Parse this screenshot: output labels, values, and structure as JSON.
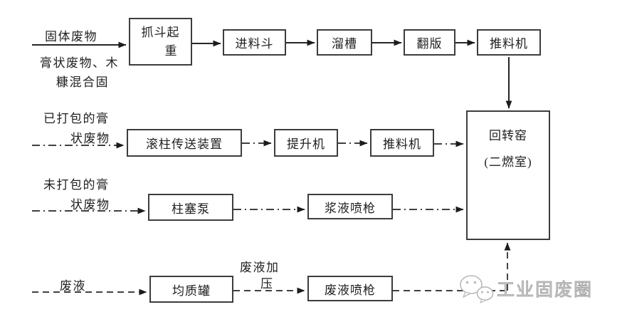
{
  "nodes": {
    "grab_crane": {
      "line1": "抓斗起",
      "line2": "重"
    },
    "feed_hopper": {
      "label": "进料斗"
    },
    "chute": {
      "label": "溜槽"
    },
    "flap": {
      "label": "翻版"
    },
    "pusher_top": {
      "label": "推料机"
    },
    "roller_conveyor": {
      "label": "滚柱传送装置"
    },
    "elevator": {
      "label": "提升机"
    },
    "pusher_mid": {
      "label": "推料机"
    },
    "rotary_kiln": {
      "line1": "回转窑",
      "line2": "(二燃室)"
    },
    "plunger_pump": {
      "label": "柱塞泵"
    },
    "slurry_spray_gun": {
      "label": "浆液喷枪"
    },
    "homogenizing_tank": {
      "label": "均质罐"
    },
    "waste_liquid_spray_gun": {
      "label": "废液喷枪"
    }
  },
  "stream_labels": {
    "solid_waste": "固体废物",
    "paste_waste_line1": "膏状废物、木",
    "paste_waste_line2": "糠混合固",
    "packed_paste_line1": "已打包的膏",
    "packed_paste_line2": "状废物",
    "unpacked_paste_line1": "未打包的膏",
    "unpacked_paste_line2": "状废物",
    "waste_liquid": "废液",
    "pressurize_line1": "废液加",
    "pressurize_line2": "压"
  },
  "edges": [
    {
      "from": "固体废物/膏状废物、木糠混合固",
      "to": "抓斗起重",
      "style": "solid"
    },
    {
      "from": "抓斗起重",
      "to": "进料斗",
      "style": "solid"
    },
    {
      "from": "进料斗",
      "to": "溜槽",
      "style": "solid"
    },
    {
      "from": "溜槽",
      "to": "翻版",
      "style": "solid"
    },
    {
      "from": "翻版",
      "to": "推料机",
      "style": "solid"
    },
    {
      "from": "推料机",
      "to": "回转窑(二燃室)",
      "style": "solid"
    },
    {
      "from": "已打包的膏状废物",
      "to": "滚柱传送装置",
      "style": "dashdot"
    },
    {
      "from": "滚柱传送装置",
      "to": "提升机",
      "style": "dashdot"
    },
    {
      "from": "提升机",
      "to": "推料机",
      "style": "dashdot"
    },
    {
      "from": "推料机",
      "to": "回转窑(二燃室)",
      "style": "dashdot"
    },
    {
      "from": "未打包的膏状废物",
      "to": "柱塞泵",
      "style": "dashdot"
    },
    {
      "from": "柱塞泵",
      "to": "浆液喷枪",
      "style": "dashdot"
    },
    {
      "from": "浆液喷枪",
      "to": "回转窑(二燃室)",
      "style": "dashdot"
    },
    {
      "from": "废液",
      "to": "均质罐",
      "style": "dashed"
    },
    {
      "from": "均质罐",
      "to": "废液喷枪",
      "style": "dashed",
      "label": "废液加压"
    },
    {
      "from": "废液喷枪",
      "to": "回转窑(二燃室)",
      "style": "dashed"
    }
  ],
  "watermark": {
    "text": "工业固废圈",
    "icon": "wechat-icon",
    "color": "#b5b5b5"
  },
  "colors": {
    "line": "#262626",
    "box_border": "#3d3d3d",
    "text": "#1f1f1f",
    "background": "#ffffff"
  }
}
